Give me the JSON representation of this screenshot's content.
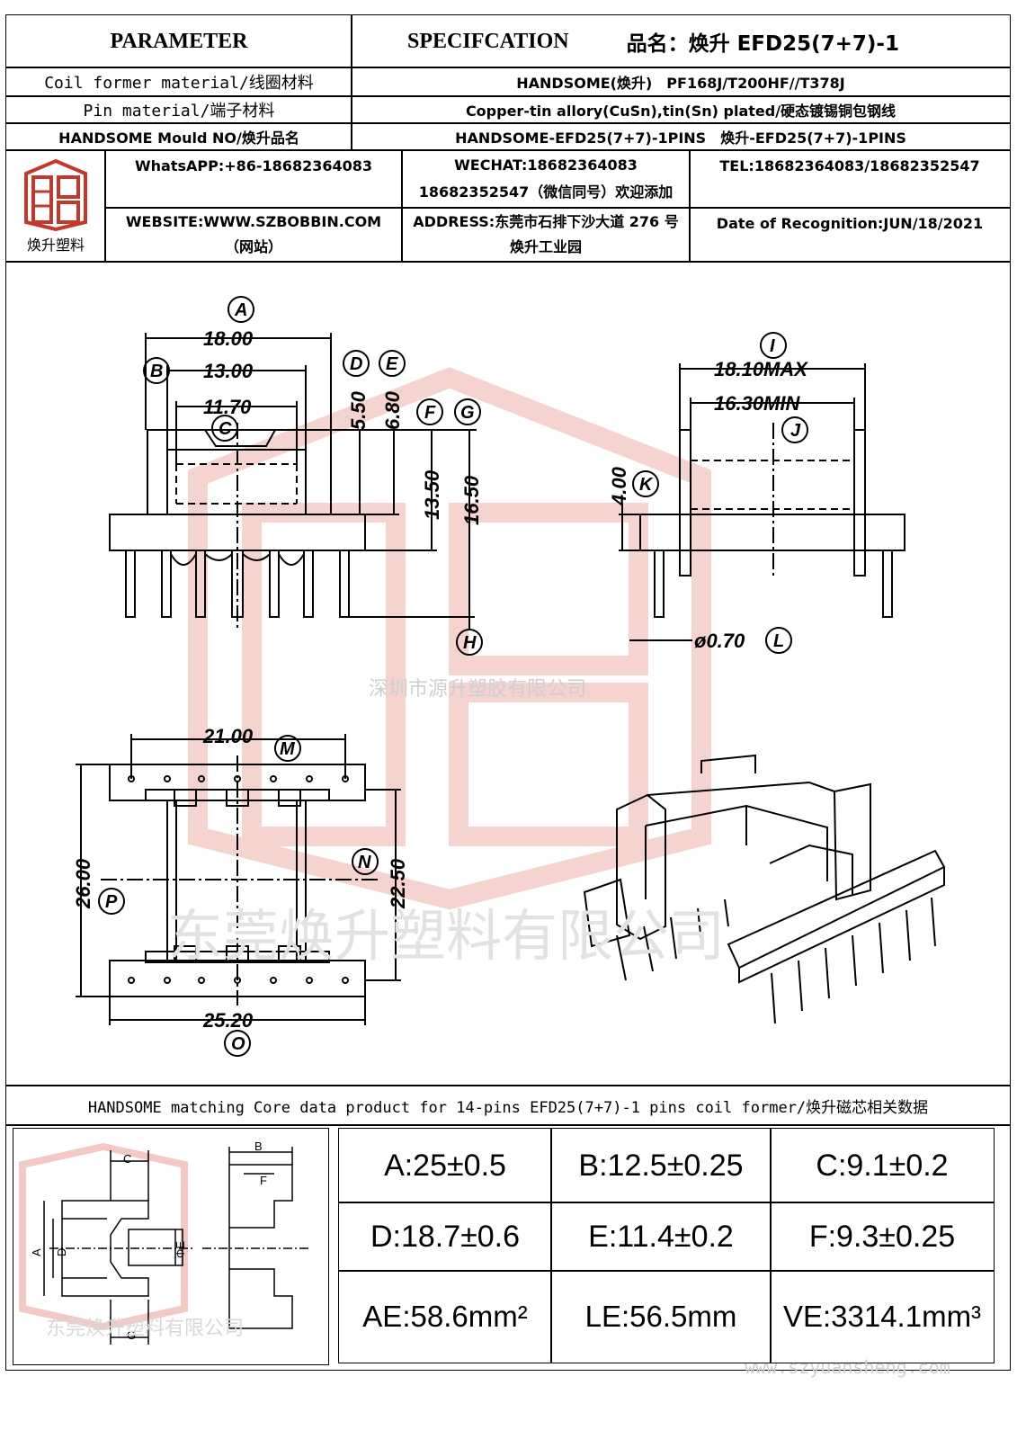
{
  "header": {
    "parameter": "PARAMETER",
    "specification": "SPECIFCATION",
    "product_name": "品名：焕升 EFD25(7+7)-1"
  },
  "rows": [
    {
      "label": "Coil former material/线圈材料",
      "value": "HANDSOME(焕升)　PF168J/T200HF//T378J"
    },
    {
      "label": "Pin material/端子材料",
      "value": "Copper-tin allory(CuSn),tin(Sn) plated/硬态镀锡铜包钢线"
    },
    {
      "label": "HANDSOME Mould NO/焕升品名",
      "value": "HANDSOME-EFD25(7+7)-1PINS　焕升-EFD25(7+7)-1PINS"
    }
  ],
  "company": {
    "logo_text": "焕升塑料",
    "whatsapp": "WhatsAPP:+86-18682364083",
    "wechat": "WECHAT:18682364083 18682352547（微信同号）欢迎添加",
    "tel": "TEL:18682364083/18682352547",
    "website": "WEBSITE:WWW.SZBOBBIN.COM（网站）",
    "address": "ADDRESS:东莞市石排下沙大道 276 号焕升工业园",
    "date": "Date of Recognition:JUN/18/2021"
  },
  "drawing": {
    "dims": {
      "A": "18.00",
      "B": "13.00",
      "C": "11.70",
      "D": "5.50",
      "E": "6.80",
      "F": "13.50",
      "G": "16.50",
      "I": "18.10MAX",
      "J": "16.30MIN",
      "K": "4.00",
      "L": "ø0.70",
      "M": "21.00",
      "N": "22.50",
      "O": "25.20",
      "P": "26.00"
    },
    "letters": {
      "A": "A",
      "B": "B",
      "C": "C",
      "D": "D",
      "E": "E",
      "F": "F",
      "G": "G",
      "H": "H",
      "I": "I",
      "J": "J",
      "K": "K",
      "L": "L",
      "M": "M",
      "N": "N",
      "O": "O",
      "P": "P"
    },
    "watermark_1": "深圳市源升塑胶有限公司",
    "watermark_2": "东莞焕升塑料有限公司"
  },
  "core": {
    "title": "HANDSOME matching Core data  product for 14-pins EFD25(7+7)-1 pins coil former/焕升磁芯相关数据",
    "diagram_labels": {
      "A": "A",
      "B": "B",
      "C": "C",
      "D": "D",
      "E": "ΦE",
      "F": "F",
      "G": "G"
    },
    "watermark": "东莞焕升塑料有限公司",
    "values": [
      [
        "A:25±0.5",
        "B:12.5±0.25",
        "C:9.1±0.2"
      ],
      [
        "D:18.7±0.6",
        "E:11.4±0.2",
        "F:9.3±0.25"
      ],
      [
        "AE:58.6mm²",
        "LE:56.5mm",
        "VE:3314.1mm³"
      ]
    ],
    "footer_url": "www.szyuansheng.com"
  },
  "colors": {
    "logo_red": "#c0392b",
    "watermark_red": "#f3c9c4"
  }
}
